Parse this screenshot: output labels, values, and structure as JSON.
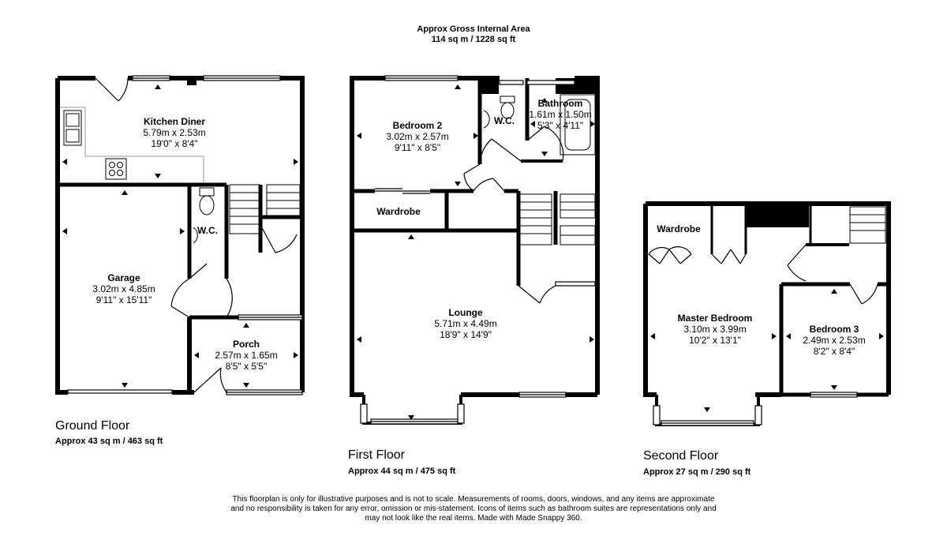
{
  "header": {
    "gia_title": "Approx Gross Internal Area",
    "gia_value": "114 sq m / 1228 sq ft"
  },
  "floors": [
    {
      "title": "Ground Floor",
      "area": "Approx 43 sq m / 463 sq ft",
      "rooms": [
        {
          "name": "Kitchen Diner",
          "metric": "5.79m x 2.53m",
          "imperial": "19'0\" x 8'4\""
        },
        {
          "name": "Garage",
          "metric": "3.02m x 4.85m",
          "imperial": "9'11\" x 15'11\""
        },
        {
          "name": "W.C."
        },
        {
          "name": "Porch",
          "metric": "2.57m x 1.65m",
          "imperial": "8'5\" x 5'5\""
        }
      ]
    },
    {
      "title": "First Floor",
      "area": "Approx 44 sq m / 475 sq ft",
      "rooms": [
        {
          "name": "Bedroom 2",
          "metric": "3.02m x 2.57m",
          "imperial": "9'11\" x 8'5\""
        },
        {
          "name": "W.C."
        },
        {
          "name": "Bathroom",
          "metric": "1.61m x 1.50m",
          "imperial": "5'3\" x 4'11\""
        },
        {
          "name": "Wardrobe"
        },
        {
          "name": "Lounge",
          "metric": "5.71m x 4.49m",
          "imperial": "18'9\" x 14'9\""
        }
      ]
    },
    {
      "title": "Second Floor",
      "area": "Approx 27 sq m / 290 sq ft",
      "rooms": [
        {
          "name": "Wardrobe"
        },
        {
          "name": "Master Bedroom",
          "metric": "3.10m x 3.99m",
          "imperial": "10'2\" x 13'1\""
        },
        {
          "name": "Bedroom 3",
          "metric": "2.49m x 2.53m",
          "imperial": "8'2\" x 8'4\""
        }
      ]
    }
  ],
  "disclaimer": [
    "This floorplan is only for illustrative purposes and is not to scale. Measurements of rooms, doors, windows, and any items are approximate",
    "and no responsibility is taken for any error, omission or mis-statement. Icons of items such as bathroom suites are representations only and",
    "may not look like the real items. Made with Made Snappy 360."
  ]
}
